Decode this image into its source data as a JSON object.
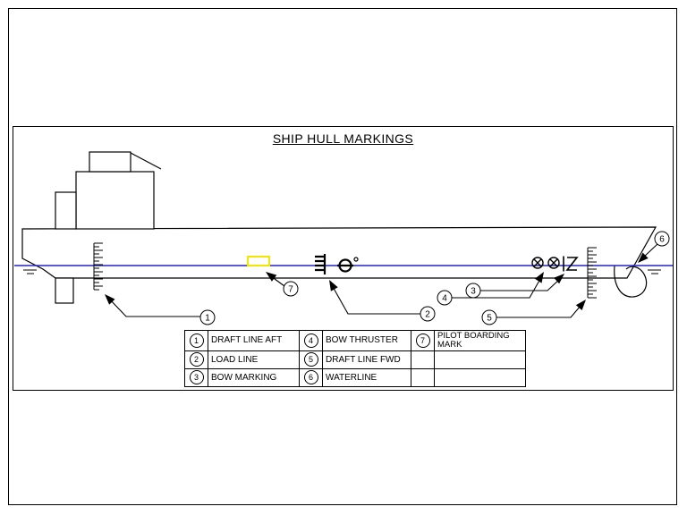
{
  "title": "SHIP HULL MARKINGS",
  "colors": {
    "waterline": "#2323cb",
    "pilot_mark": "#f2e500",
    "ink": "#000000",
    "background": "#ffffff"
  },
  "legend": {
    "entries": [
      {
        "num": "1",
        "label": "DRAFT LINE AFT"
      },
      {
        "num": "2",
        "label": "LOAD LINE"
      },
      {
        "num": "3",
        "label": "BOW MARKING"
      },
      {
        "num": "4",
        "label": "BOW THRUSTER"
      },
      {
        "num": "5",
        "label": "DRAFT LINE FWD"
      },
      {
        "num": "6",
        "label": "WATERLINE"
      },
      {
        "num": "7",
        "label": "PILOT BOARDING MARK"
      }
    ]
  }
}
